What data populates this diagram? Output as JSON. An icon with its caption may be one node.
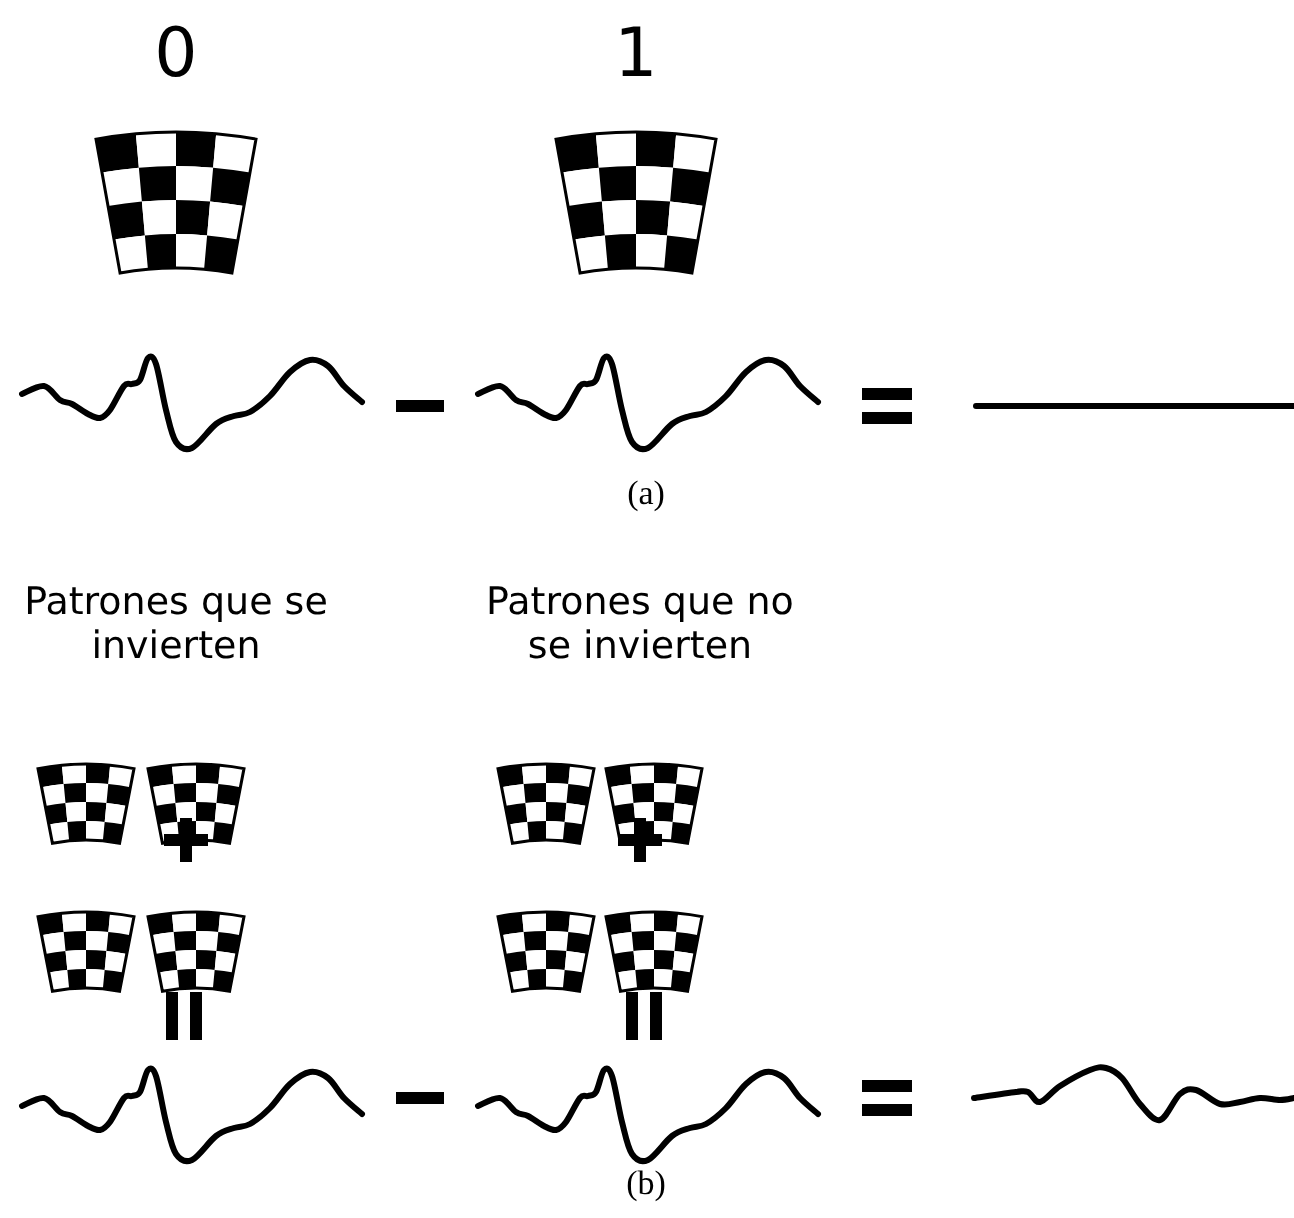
{
  "diagram": {
    "labels": [
      "0",
      "1",
      "(a)",
      "Patrones que se invierten",
      "Patrones que no se invierten",
      "(b)"
    ]
  }
}
